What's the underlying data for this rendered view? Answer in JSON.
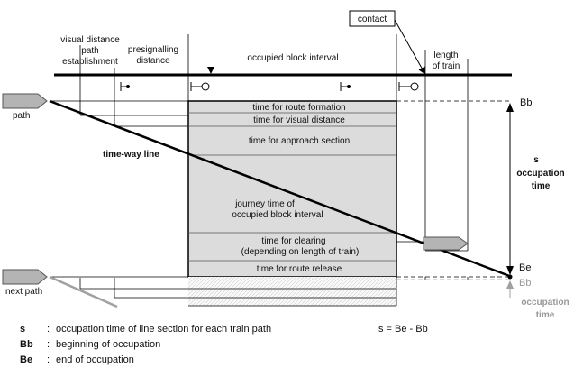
{
  "header": {
    "visual_distance": "visual distance",
    "path_establishment_1": "path",
    "path_establishment_2": "establishment",
    "presignalling_1": "presignalling",
    "presignalling_2": "distance",
    "occupied_block_interval": "occupied block interval",
    "length_of_train_1": "length",
    "length_of_train_2": "of train",
    "contact": "contact"
  },
  "labels": {
    "path": "path",
    "next_path": "next path",
    "time_way_line": "time-way line",
    "bb": "Bb",
    "be": "Be",
    "bb_grey": "Bb",
    "s": "s",
    "occupation_1": "occupation",
    "occupation_2": "time",
    "occupation_grey_1": "occupation",
    "occupation_grey_2": "time"
  },
  "block": {
    "rows": {
      "route_formation": "time for route formation",
      "visual_distance": "time for visual distance",
      "approach_section": "time for approach section",
      "journey_1": "journey time of",
      "journey_2": "occupied block interval",
      "clearing_1": "time for clearing",
      "clearing_2": "(depending on length of train)",
      "route_release": "time for route release"
    }
  },
  "legend": {
    "items": [
      {
        "key": "s",
        "sep": ":",
        "text": "occupation time of line section for each train path"
      },
      {
        "key": "Bb",
        "sep": ":",
        "text": "beginning of occupation"
      },
      {
        "key": "Be",
        "sep": ":",
        "text": "end of occupation"
      }
    ],
    "formula": "s = Be - Bb"
  },
  "colors": {
    "block_fill": "#dcdcdc",
    "arrow_fill": "#b4b4b4",
    "grey_line": "#a0a0a0"
  }
}
